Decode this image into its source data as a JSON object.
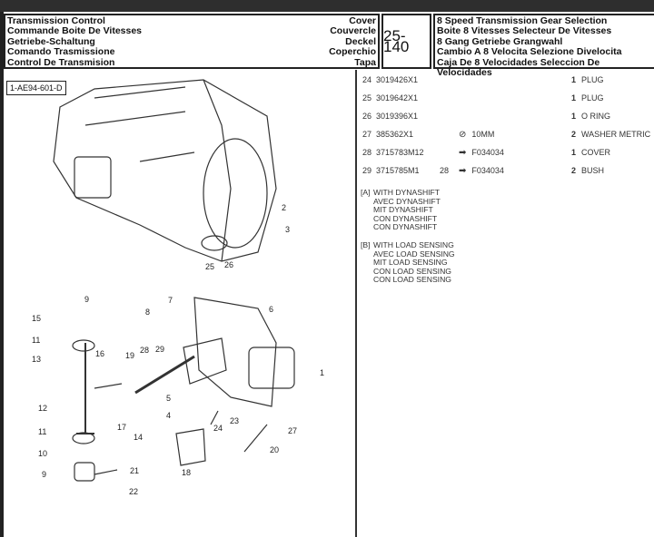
{
  "header": {
    "left_rows": [
      {
        "title": "Transmission Control",
        "part": "Cover"
      },
      {
        "title": "Commande Boite De Vitesses",
        "part": "Couvercle"
      },
      {
        "title": "Getriebe-Schaltung",
        "part": "Deckel"
      },
      {
        "title": "Comando Trasmissione",
        "part": "Coperchio"
      },
      {
        "title": "Control De Transmision",
        "part": "Tapa"
      }
    ],
    "section_number": "25-140",
    "right_rows": [
      "8 Speed Transmission Gear Selection",
      "Boite 8 Vitesses Selecteur De Vitesses",
      "8 Gang Getriebe Grangwahl",
      "Cambio A 8 Velocita Selezione Divelocita",
      "Caja De 8 Velocidades Seleccion De Velocidades"
    ]
  },
  "diagram": {
    "reference": "1-AE94-601-D",
    "callouts": [
      "2",
      "3",
      "1",
      "6",
      "7",
      "8",
      "25",
      "26",
      "28",
      "29",
      "9",
      "15",
      "11",
      "13",
      "16",
      "19",
      "12",
      "11",
      "10",
      "9",
      "17",
      "14",
      "5",
      "4",
      "24",
      "23",
      "27",
      "20",
      "18",
      "21",
      "22"
    ]
  },
  "parts": [
    {
      "no": "24",
      "pn": "3019426X1",
      "ref": "",
      "note": "",
      "icon": "",
      "qty": "1",
      "desc": "PLUG"
    },
    {
      "no": "25",
      "pn": "3019642X1",
      "ref": "",
      "note": "",
      "icon": "",
      "qty": "1",
      "desc": "PLUG"
    },
    {
      "no": "26",
      "pn": "3019396X1",
      "ref": "",
      "note": "",
      "icon": "",
      "qty": "1",
      "desc": "O RING"
    },
    {
      "no": "27",
      "pn": "385362X1",
      "ref": "",
      "note": "10MM",
      "icon": "⊘",
      "qty": "2",
      "desc": "WASHER METRIC"
    },
    {
      "no": "28",
      "pn": "3715783M12",
      "ref": "",
      "note": "F034034",
      "icon": "➡",
      "qty": "1",
      "desc": "COVER"
    },
    {
      "no": "29",
      "pn": "3715785M1",
      "ref": "28",
      "note": "F034034",
      "icon": "➡",
      "qty": "2",
      "desc": "BUSH"
    }
  ],
  "notes": [
    {
      "key": "[A]",
      "lines": [
        "WITH DYNASHIFT",
        "AVEC DYNASHIFT",
        "MIT DYNASHIFT",
        "CON DYNASHIFT",
        "CON DYNASHIFT"
      ]
    },
    {
      "key": "[B]",
      "lines": [
        "WITH LOAD SENSING",
        "AVEC LOAD SENSING",
        "MIT LOAD SENSING",
        "CON LOAD SENSING",
        "CON LOAD SENSING"
      ]
    }
  ]
}
